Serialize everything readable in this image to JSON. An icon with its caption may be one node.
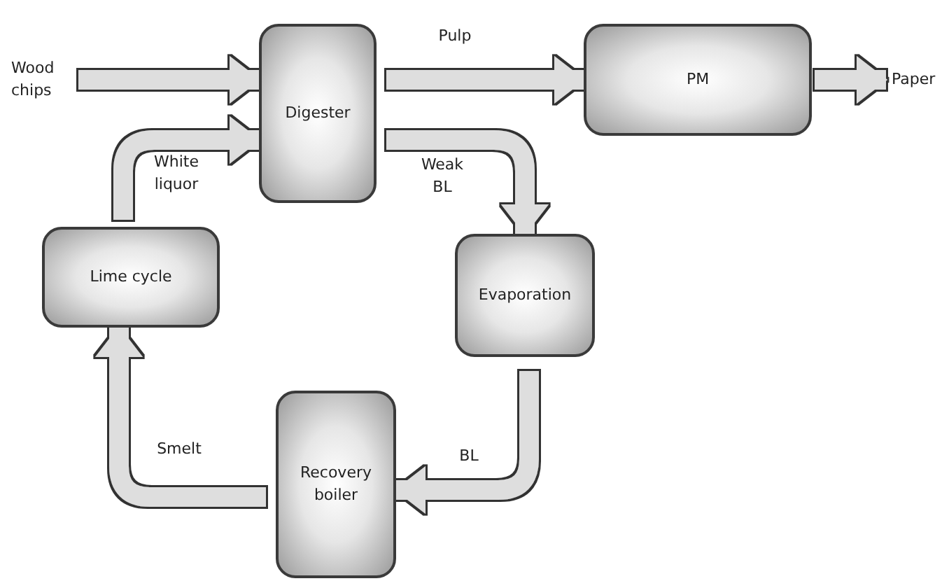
{
  "diagram": {
    "nodes": [
      {
        "text": [
          "Wood chips"
        ]
      },
      {
        "text": [
          "Digester"
        ]
      },
      {
        "text": [
          "PM"
        ]
      },
      {
        "text": [
          "Paper"
        ]
      },
      {
        "text": [
          "Lime cycle"
        ]
      },
      {
        "text": [
          "Evaporation"
        ]
      },
      {
        "text": [
          "Recovery boiler"
        ]
      }
    ],
    "edges": [
      {
        "from": 0,
        "to": 1,
        "arrow": "to"
      },
      {
        "from": 1,
        "to": 2,
        "label": "Pulp",
        "arrow": "to"
      },
      {
        "from": 2,
        "to": 3,
        "arrow": "to"
      },
      {
        "from": 4,
        "to": 1,
        "label": "White liquor",
        "arrow": "to"
      },
      {
        "from": 1,
        "to": 5,
        "label": "Weak BL",
        "arrow": "to"
      },
      {
        "from": 5,
        "to": 6,
        "label": "BL",
        "arrow": "to"
      },
      {
        "from": 6,
        "to": 4,
        "label": "Smelt",
        "arrow": "to"
      }
    ]
  }
}
